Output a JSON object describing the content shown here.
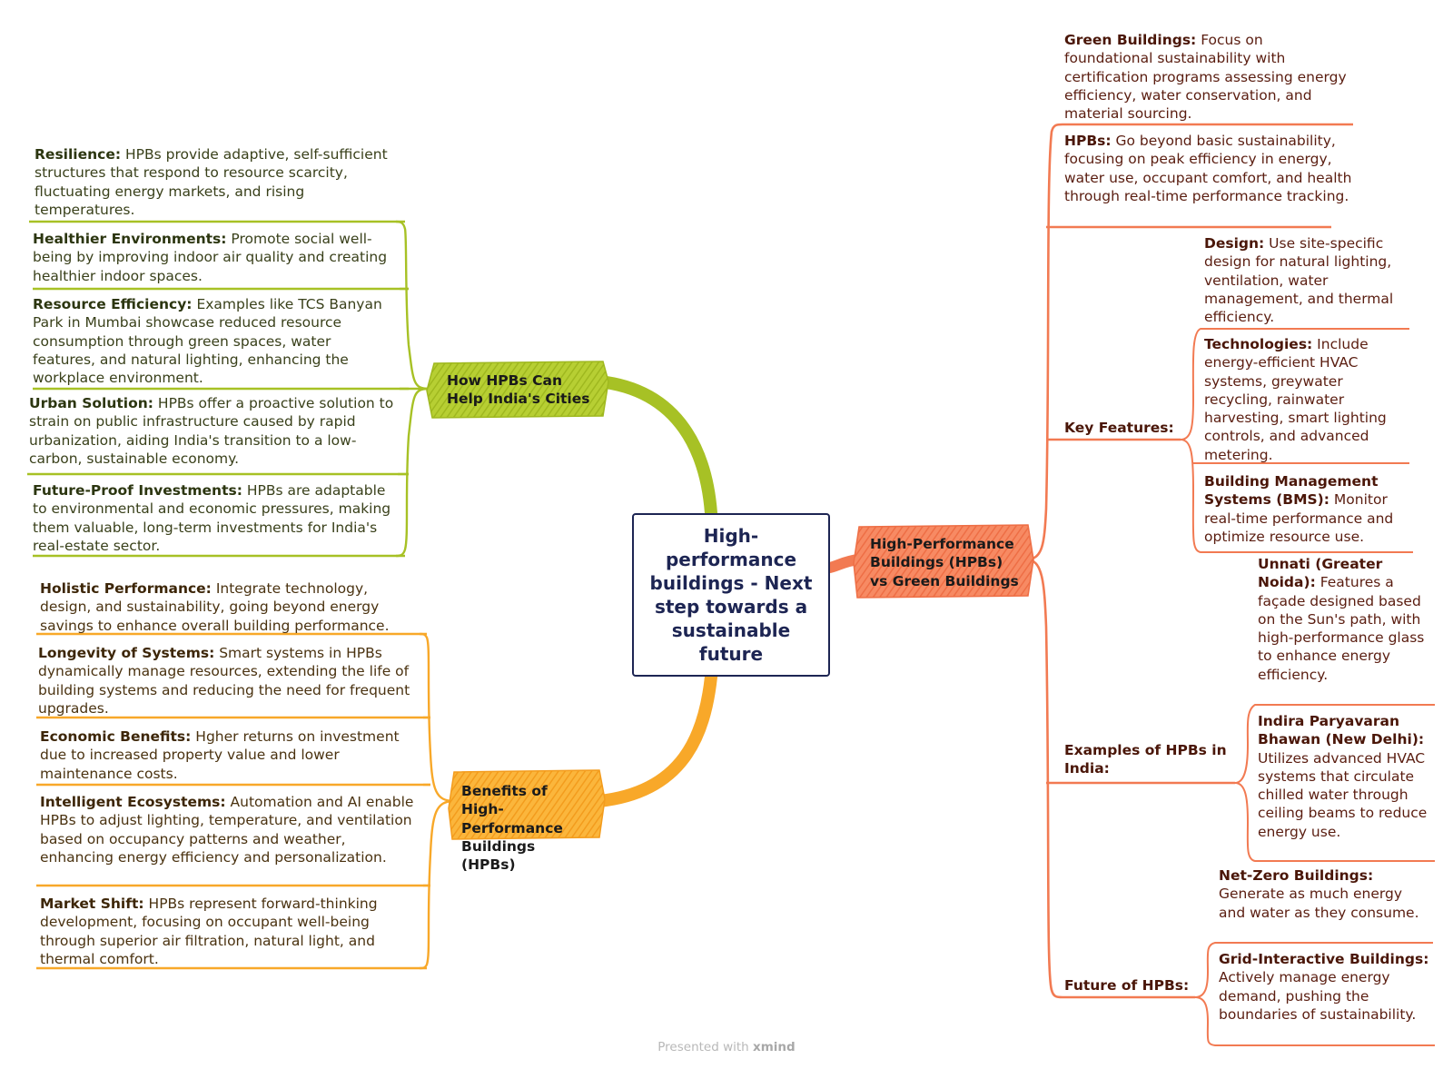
{
  "central": "High-performance buildings - Next step towards a sustainable future",
  "colors": {
    "green": "#a7c125",
    "orange": "#f8a829",
    "red": "#f27a52",
    "central_border": "#1d2553"
  },
  "cities": {
    "title": "How HPBs Can Help India's Cities",
    "items": [
      {
        "bold": "Resilience:",
        "text": " HPBs provide adaptive, self-sufficient structures that respond to resource scarcity, fluctuating energy markets, and rising temperatures."
      },
      {
        "bold": "Healthier Environments:",
        "text": " Promote social well-being by improving indoor air quality and creating healthier indoor spaces."
      },
      {
        "bold": "Resource Efficiency:",
        "text": " Examples like TCS Banyan Park in Mumbai showcase reduced resource consumption through green spaces, water features, and natural lighting, enhancing the workplace environment."
      },
      {
        "bold": "Urban Solution:",
        "text": " HPBs offer a proactive solution to strain on public infrastructure caused by rapid urbanization, aiding India's transition to a low-carbon, sustainable economy."
      },
      {
        "bold": "Future-Proof Investments:",
        "text": " HPBs are adaptable to environmental and economic pressures, making them valuable, long-term investments for India's real-estate sector."
      }
    ]
  },
  "benefits": {
    "title": "Benefits of High-Performance Buildings (HPBs)",
    "items": [
      {
        "bold": "Holistic Performance:",
        "text": " Integrate technology, design, and sustainability, going beyond energy savings to enhance overall building performance."
      },
      {
        "bold": "Longevity of Systems:",
        "text": " Smart systems in HPBs dynamically manage resources, extending the life of building systems and reducing the need for frequent upgrades."
      },
      {
        "bold": "Economic Benefits:",
        "text": " Hgher returns on investment due to increased property value and lower maintenance costs."
      },
      {
        "bold": "Intelligent Ecosystems:",
        "text": " Automation and AI enable HPBs to adjust lighting, temperature, and ventilation based on occupancy patterns and weather, enhancing energy efficiency and personalization."
      },
      {
        "bold": "Market Shift:",
        "text": " HPBs represent forward-thinking development, focusing on occupant well-being through superior air filtration, natural light, and thermal comfort."
      }
    ]
  },
  "comparison": {
    "title": "High-Performance Buildings (HPBs) vs Green Buildings",
    "green_buildings": {
      "bold": "Green Buildings:",
      "text": " Focus on foundational sustainability with certification programs assessing energy efficiency, water conservation, and material sourcing."
    },
    "hpbs": {
      "bold": "HPBs:",
      "text": " Go beyond basic sustainability, focusing on peak efficiency in energy, water use, occupant comfort, and health through real-time performance tracking."
    },
    "key_features": {
      "label": "Key Features:",
      "items": [
        {
          "bold": "Design:",
          "text": " Use site-specific design for natural lighting, ventilation, water management, and thermal efficiency."
        },
        {
          "bold": "Technologies:",
          "text": " Include energy-efficient HVAC systems, greywater recycling, rainwater harvesting, smart lighting controls, and advanced metering."
        },
        {
          "bold": "Building Management Systems (BMS):",
          "text": " Monitor real-time performance and optimize resource use."
        }
      ]
    },
    "examples": {
      "label": "Examples of HPBs in India:",
      "items": [
        {
          "bold": "Unnati (Greater Noida):",
          "text": " Features a façade designed based on the Sun's path, with high-performance glass to enhance energy efficiency."
        },
        {
          "bold": "Indira Paryavaran Bhawan (New Delhi):",
          "text": " Utilizes advanced HVAC systems that circulate chilled water through ceiling beams to reduce energy use."
        }
      ]
    },
    "future": {
      "label": "Future of HPBs:",
      "items": [
        {
          "bold": "Net-Zero Buildings:",
          "text": " Generate as much energy and water as they consume."
        },
        {
          "bold": "Grid-Interactive Buildings:",
          "text": " Actively manage energy demand, pushing the boundaries of sustainability."
        }
      ]
    }
  },
  "footer": {
    "prefix": "Presented with ",
    "brand": "xmind"
  }
}
